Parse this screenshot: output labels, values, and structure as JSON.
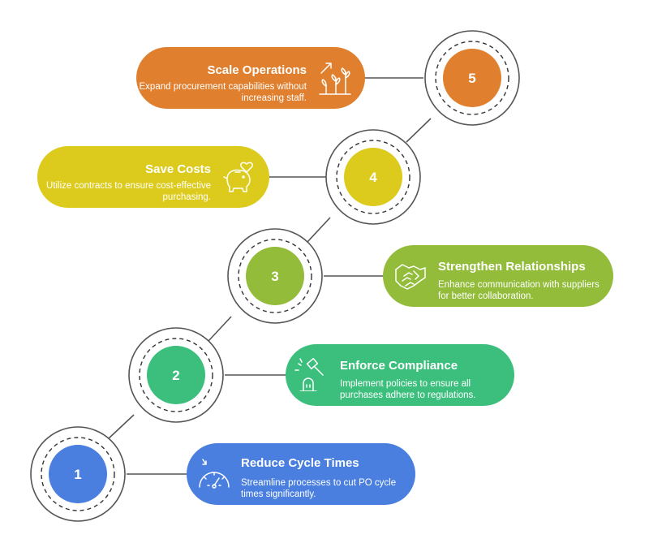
{
  "steps": [
    {
      "number": "1",
      "title": "Reduce Cycle Times",
      "description": "Streamline processes to cut PO cycle times significantly.",
      "color": "#4a7fe0",
      "icon": "speedometer-icon"
    },
    {
      "number": "2",
      "title": "Enforce Compliance",
      "description": "Implement policies to ensure all purchases adhere to regulations.",
      "color": "#3cbf7d",
      "icon": "gavel-icon"
    },
    {
      "number": "3",
      "title": "Strengthen Relationships",
      "description": "Enhance communication with suppliers for better collaboration.",
      "color": "#92bc3a",
      "icon": "handshake-icon"
    },
    {
      "number": "4",
      "title": "Save Costs",
      "description": "Utilize contracts to ensure cost-effective purchasing.",
      "color": "#dccb1c",
      "icon": "piggy-bank-icon"
    },
    {
      "number": "5",
      "title": "Scale Operations",
      "description": "Expand procurement capabilities without increasing staff.",
      "color": "#e07f2e",
      "icon": "growing-plant-icon"
    }
  ]
}
